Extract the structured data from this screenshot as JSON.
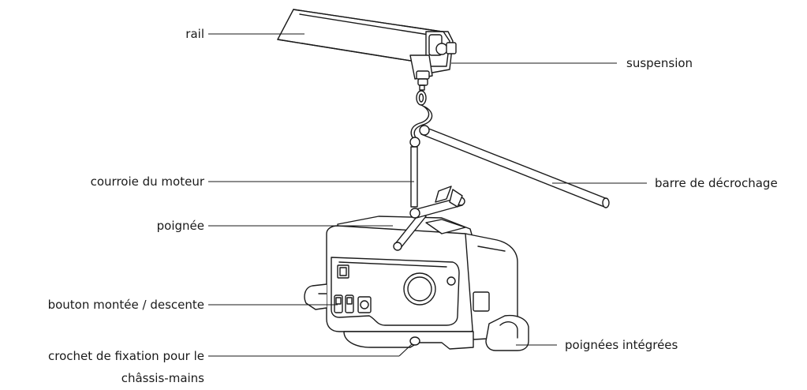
{
  "labels": {
    "rail": "rail",
    "suspension": "suspension",
    "courroie": "courroie du moteur",
    "barre": "barre de décrochage",
    "poignee": "poignée",
    "bouton": "bouton montée / descente",
    "crochet_line1": "crochet de fixation pour le",
    "crochet_line2": "châssis-mains",
    "poignees_integrees": "poignées intégrées"
  }
}
